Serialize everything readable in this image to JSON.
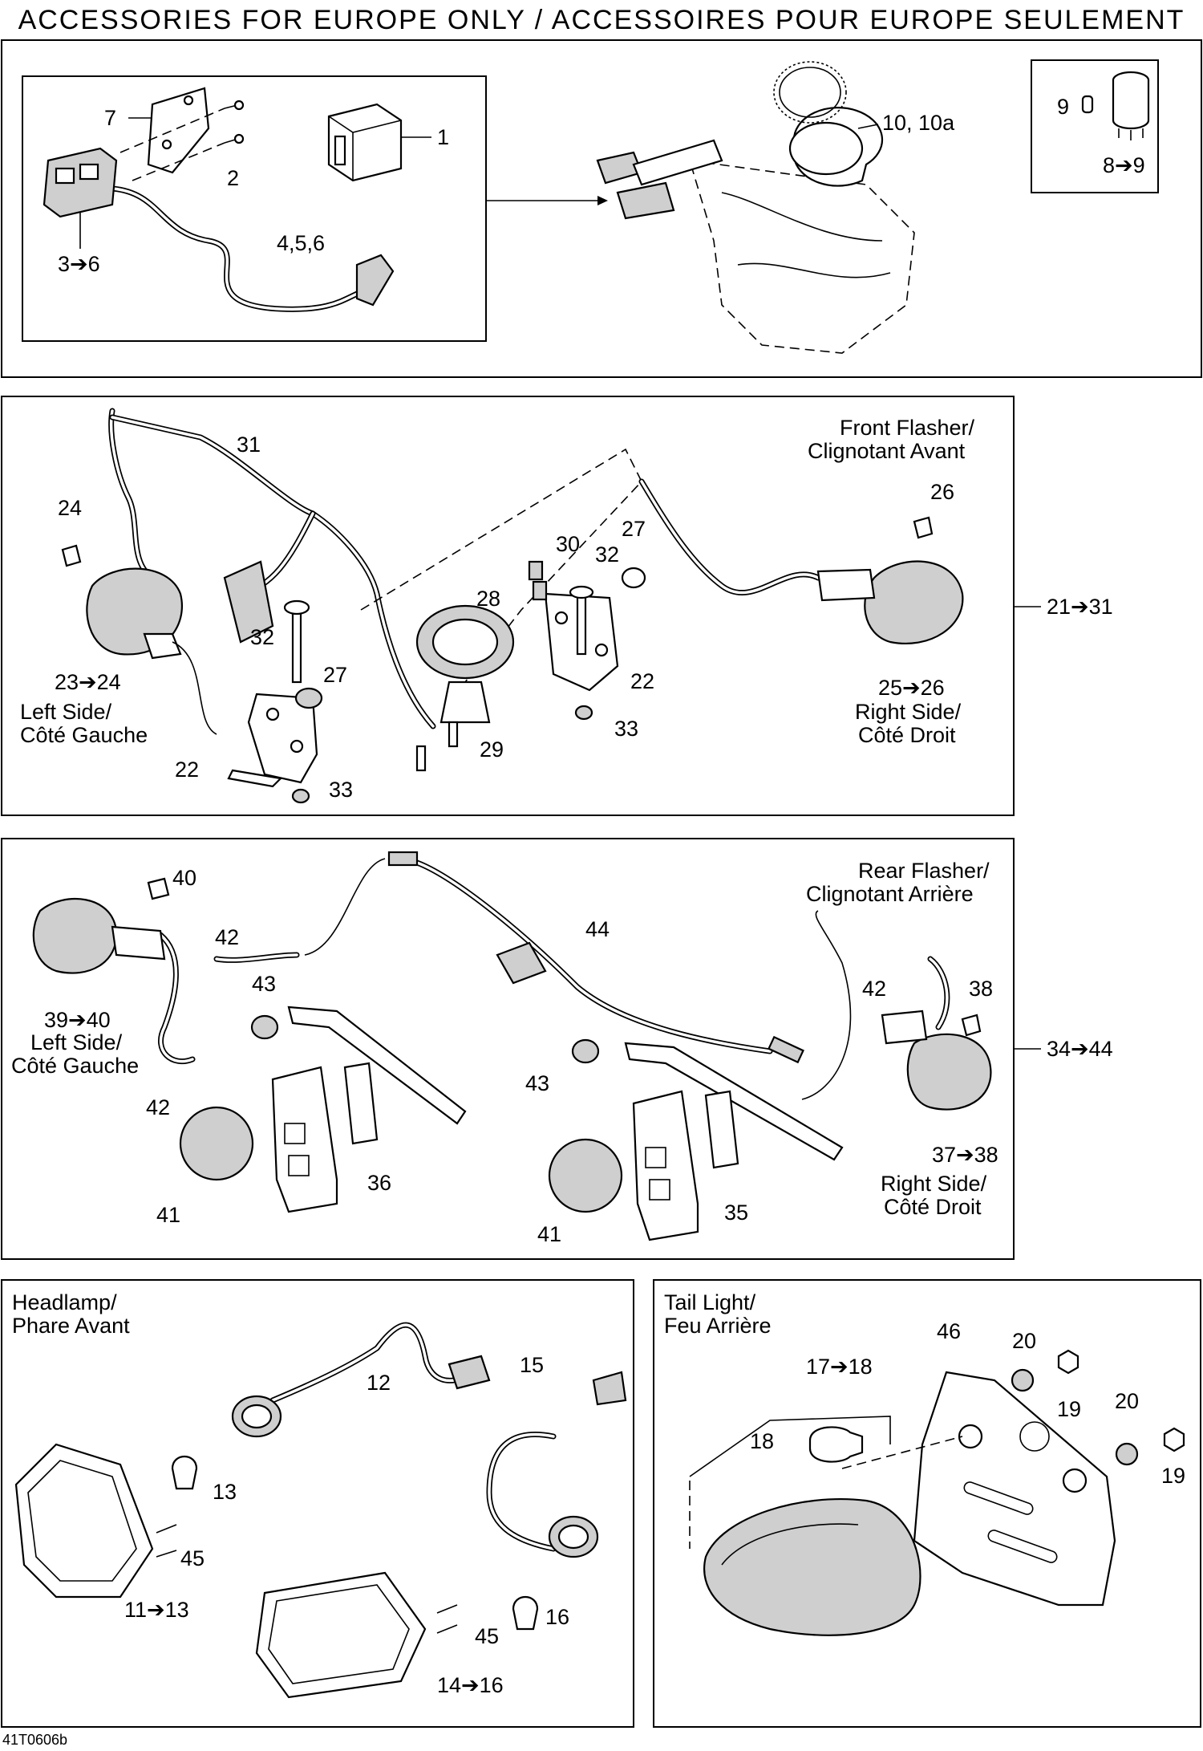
{
  "title": "ACCESSORIES FOR EUROPE ONLY / ACCESSOIRES POUR EUROPE SEULEMENT",
  "figure_code": "41T0606b",
  "panels": {
    "top": {
      "labels": {
        "p7": "7",
        "p1": "1",
        "p2": "2",
        "p3": "3➔6",
        "p456": "4,5,6",
        "p10": "10, 10a",
        "p9": "9",
        "p89": "8➔9"
      }
    },
    "front": {
      "title_line1": "Front Flasher/",
      "title_line2": "Clignotant Avant",
      "range": "21➔31",
      "left_line1": "Left Side/",
      "left_line2": "Côté Gauche",
      "right_line1": "Right Side/",
      "right_line2": "Côté Droit",
      "labels": {
        "p31": "31",
        "p24": "24",
        "p2324": "23➔24",
        "p32a": "32",
        "p27a": "27",
        "p22a": "22",
        "p33a": "33",
        "p28": "28",
        "p30": "30",
        "p32b": "32",
        "p27b": "27",
        "p22b": "22",
        "p33b": "33",
        "p29": "29",
        "p26": "26",
        "p2526": "25➔26"
      }
    },
    "rear": {
      "title_line1": "Rear Flasher/",
      "title_line2": "Clignotant Arrière",
      "range": "34➔44",
      "left_line1": "Left Side/",
      "left_line2": "Côté Gauche",
      "right_line1": "Right Side/",
      "right_line2": "Côté Droit",
      "labels": {
        "p40": "40",
        "p42a": "42",
        "p3940": "39➔40",
        "p43a": "43",
        "p42b": "42",
        "p41a": "41",
        "p36": "36",
        "p44": "44",
        "p43b": "43",
        "p41b": "41",
        "p35": "35",
        "p42c": "42",
        "p38": "38",
        "p3738": "37➔38"
      }
    },
    "headlamp": {
      "title_line1": "Headlamp/",
      "title_line2": "Phare Avant",
      "labels": {
        "p12": "12",
        "p15": "15",
        "p13": "13",
        "p45a": "45",
        "p1113": "11➔13",
        "p45b": "45",
        "p16": "16",
        "p1416": "14➔16"
      }
    },
    "tail": {
      "title_line1": "Tail Light/",
      "title_line2": "Feu Arrière",
      "labels": {
        "p1718": "17➔18",
        "p18": "18",
        "p46": "46",
        "p20a": "20",
        "p19a": "19",
        "p20b": "20",
        "p19b": "19"
      }
    }
  }
}
